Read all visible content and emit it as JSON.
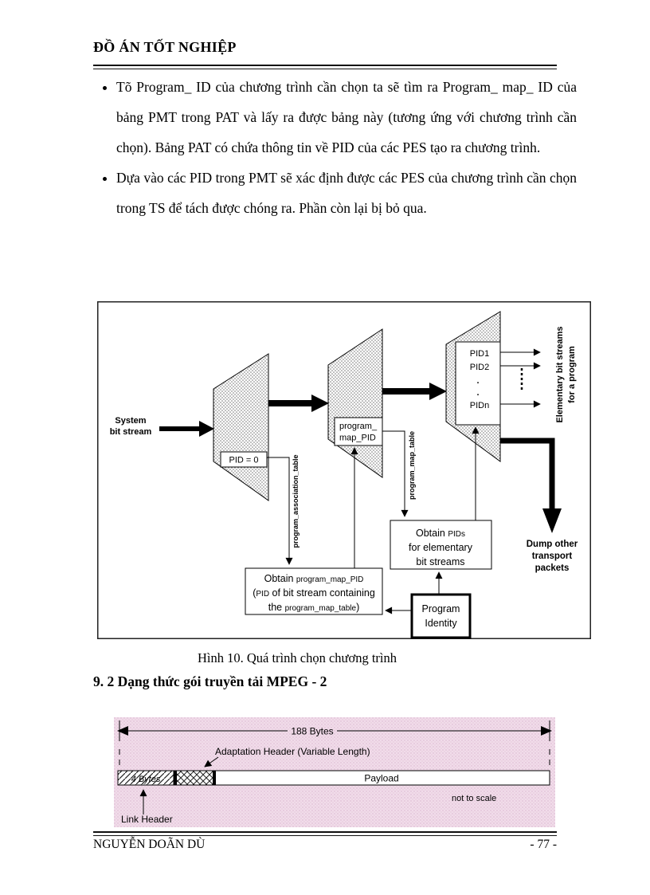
{
  "header": {
    "title": "ĐỒ ÁN TỐT NGHIỆP"
  },
  "body": {
    "bullet1": "Tõ Program_ ID của chương trình cần chọn ta sẽ tìm ra Program_ map_ ID của bảng PMT trong PAT và lấy ra được bảng này (tương ứng với chương trình cần chọn). Bảng PAT có chứa thông tin về PID của các PES tạo ra chương trình.",
    "bullet2": "Dựa vào các PID trong PMT sẽ xác định được các PES của chương trình cần chọn trong TS để tách được chóng ra. Phần còn lại bị bỏ qua.",
    "figure_caption": "Hình 10. Quá trình chọn chương trình",
    "section_heading": "9. 2 Dạng thức gói truyền tải MPEG - 2"
  },
  "diagram1": {
    "system_label": [
      "System",
      "bit stream"
    ],
    "pid0_label": "PID = 0",
    "pmp_box": [
      "program_",
      "map_PID"
    ],
    "pid_list": [
      "PID1",
      "PID2",
      ".",
      ".",
      "PIDn"
    ],
    "elementary_label": [
      "Elementary bit streams",
      "for a program"
    ],
    "assoc_table": "program_association_table",
    "map_table": "program_map_table",
    "obtain_map_pid": {
      "l1a": "Obtain ",
      "l1b": "program_map_PID",
      "l2a": "(",
      "l2b": "PID",
      "l2c": " of bit stream containing",
      "l3a": "the ",
      "l3b": "program_map_table",
      "l3c": ")"
    },
    "obtain_pids": {
      "l1a": "Obtain ",
      "l1b": "PIDs",
      "l2": "for elementary",
      "l3": "bit streams"
    },
    "program_identity": [
      "Program",
      "Identity"
    ],
    "dump_label": [
      "Dump other",
      "transport",
      "packets"
    ]
  },
  "diagram2": {
    "bytes_label": "188 Bytes",
    "adaptation_label": "Adaptation Header (Variable Length)",
    "four_bytes_label": "4 Bytes",
    "payload_label": "Payload",
    "not_to_scale": "not to scale",
    "link_header_label": "Link Header"
  },
  "footer": {
    "left": "NGUYỄN DOÃN DÙ",
    "right": "- 77 -"
  }
}
